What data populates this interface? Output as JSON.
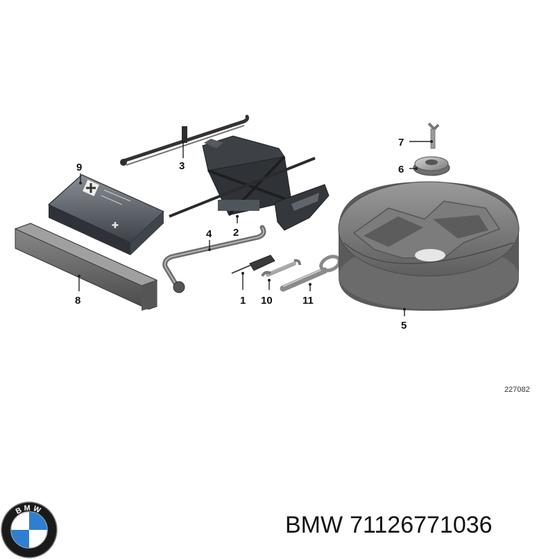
{
  "diagram": {
    "callouts": [
      {
        "id": "1",
        "label": "1"
      },
      {
        "id": "2",
        "label": "2"
      },
      {
        "id": "3",
        "label": "3"
      },
      {
        "id": "4",
        "label": "4"
      },
      {
        "id": "5",
        "label": "5"
      },
      {
        "id": "6",
        "label": "6"
      },
      {
        "id": "7",
        "label": "7"
      },
      {
        "id": "8",
        "label": "8"
      },
      {
        "id": "9",
        "label": "9"
      },
      {
        "id": "10",
        "label": "10"
      },
      {
        "id": "11",
        "label": "11"
      }
    ],
    "reference_number": "227082"
  },
  "footer": {
    "brand": "BMW",
    "part_number": "71126771036"
  },
  "logo": {
    "letters": [
      "B",
      "M",
      "W"
    ],
    "colors": {
      "blue": "#2f7fd0",
      "white": "#ffffff",
      "ring": "#1a1a1a"
    }
  }
}
